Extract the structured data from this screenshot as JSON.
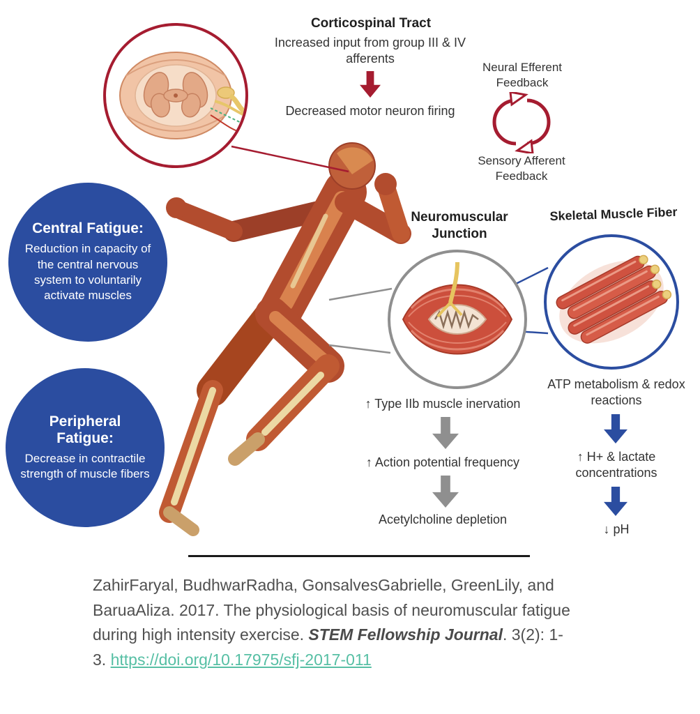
{
  "corticospinal": {
    "title": "Corticospinal Tract",
    "input_text": "Increased input from group III & IV afferents",
    "result_text": "Decreased motor neuron firing"
  },
  "feedback": {
    "efferent": "Neural Efferent Feedback",
    "afferent": "Sensory Afferent Feedback"
  },
  "central_fatigue": {
    "title": "Central Fatigue:",
    "body": "Reduction in capacity of the central nervous system to voluntarily activate muscles"
  },
  "peripheral_fatigue": {
    "title": "Peripheral Fatigue:",
    "body": "Decrease in contractile strength of muscle fibers"
  },
  "junction": {
    "title": "Neuromuscular Junction",
    "step1": "↑ Type IIb muscle inervation",
    "step2": "↑ Action potential frequency",
    "step3": "Acetylcholine depletion"
  },
  "muscle_fiber": {
    "title": "Skeletal Muscle Fiber",
    "step1": "ATP metabolism & redox reactions",
    "step2": "↑ H+ & lactate concentrations",
    "step3": "↓ pH"
  },
  "citation": {
    "authors_and_title": "ZahirFaryal, BudhwarRadha, GonsalvesGabrielle, GreenLily, and BaruaAliza. 2017. The physiological basis of neuromuscular fatigue during high intensity exercise. ",
    "journal": "STEM Fellowship Journal",
    "issue": ". 3(2): 1-3. ",
    "link": "https://doi.org/10.17975/sfj-2017-011"
  },
  "colors": {
    "crimson": "#a51c30",
    "blue": "#2b4da0",
    "gray": "#8f8f8f",
    "link_teal": "#56bfa4"
  }
}
